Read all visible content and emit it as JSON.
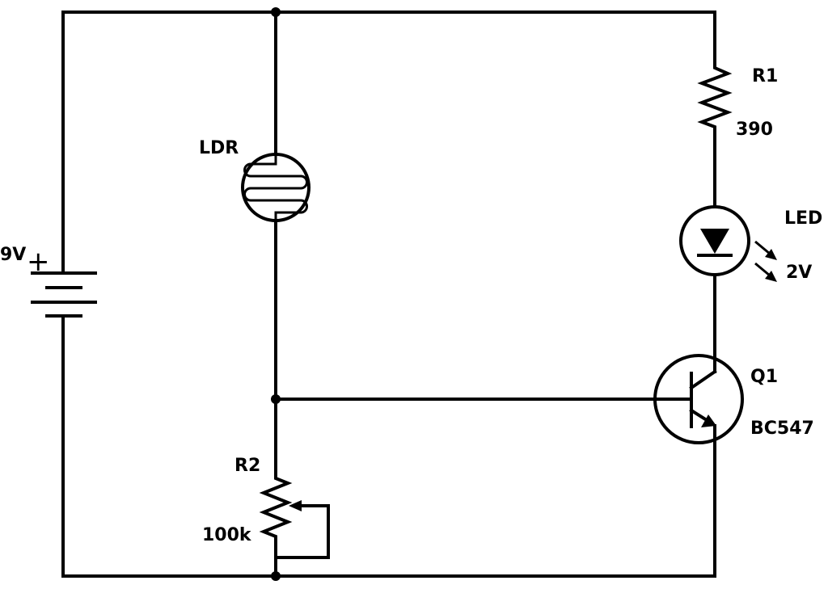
{
  "battery": {
    "voltage": "9V",
    "polarity": "+"
  },
  "ldr": {
    "label": "LDR"
  },
  "r1": {
    "label": "R1",
    "value": "390"
  },
  "led": {
    "label": "LED",
    "voltage": "2V"
  },
  "q1": {
    "label": "Q1",
    "part": "BC547"
  },
  "r2": {
    "label": "R2",
    "value": "100k"
  }
}
